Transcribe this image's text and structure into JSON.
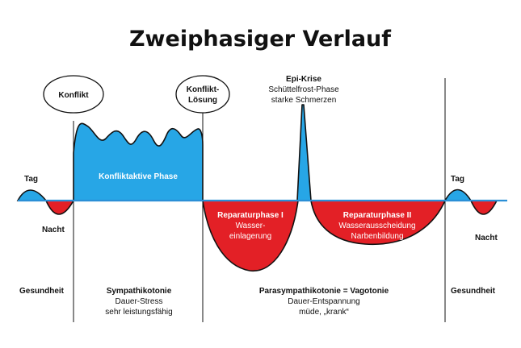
{
  "title": "Zweiphasiger Verlauf",
  "colors": {
    "sympathicotonia": "#27a6e6",
    "vagotonia": "#e32026",
    "outline": "#111111",
    "baseline": "#2b8fd6",
    "text_light": "#ffffff"
  },
  "bubbles": {
    "konflikt": "Konflikt",
    "loesung_line1": "Konflikt-",
    "loesung_line2": "Lösung"
  },
  "epi_krise": {
    "line1": "Epi-Krise",
    "line2": "Schüttelfrost-Phase",
    "line3": "starke Schmerzen"
  },
  "day_night": {
    "tag_left": "Tag",
    "nacht_left": "Nacht",
    "tag_right": "Tag",
    "nacht_right": "Nacht"
  },
  "phases": {
    "konfliktaktiv": "Konfliktaktive Phase",
    "reparatur1_line1": "Reparaturphase I",
    "reparatur1_line2": "Wasser-",
    "reparatur1_line3": "einlagerung",
    "reparatur2_line1": "Reparaturphase II",
    "reparatur2_line2": "Wasserausscheidung",
    "reparatur2_line3": "Narbenbildung"
  },
  "bottom": {
    "gesundheit_left": "Gesundheit",
    "sympathikotonie_line1": "Sympathikotonie",
    "sympathikotonie_line2": "Dauer-Stress",
    "sympathikotonie_line3": "sehr leistungsfähig",
    "vagotonie_line1": "Parasympathikotonie = Vagotonie",
    "vagotonie_line2": "Dauer-Entspannung",
    "vagotonie_line3": "müde, „krank“",
    "gesundheit_right": "Gesundheit"
  }
}
